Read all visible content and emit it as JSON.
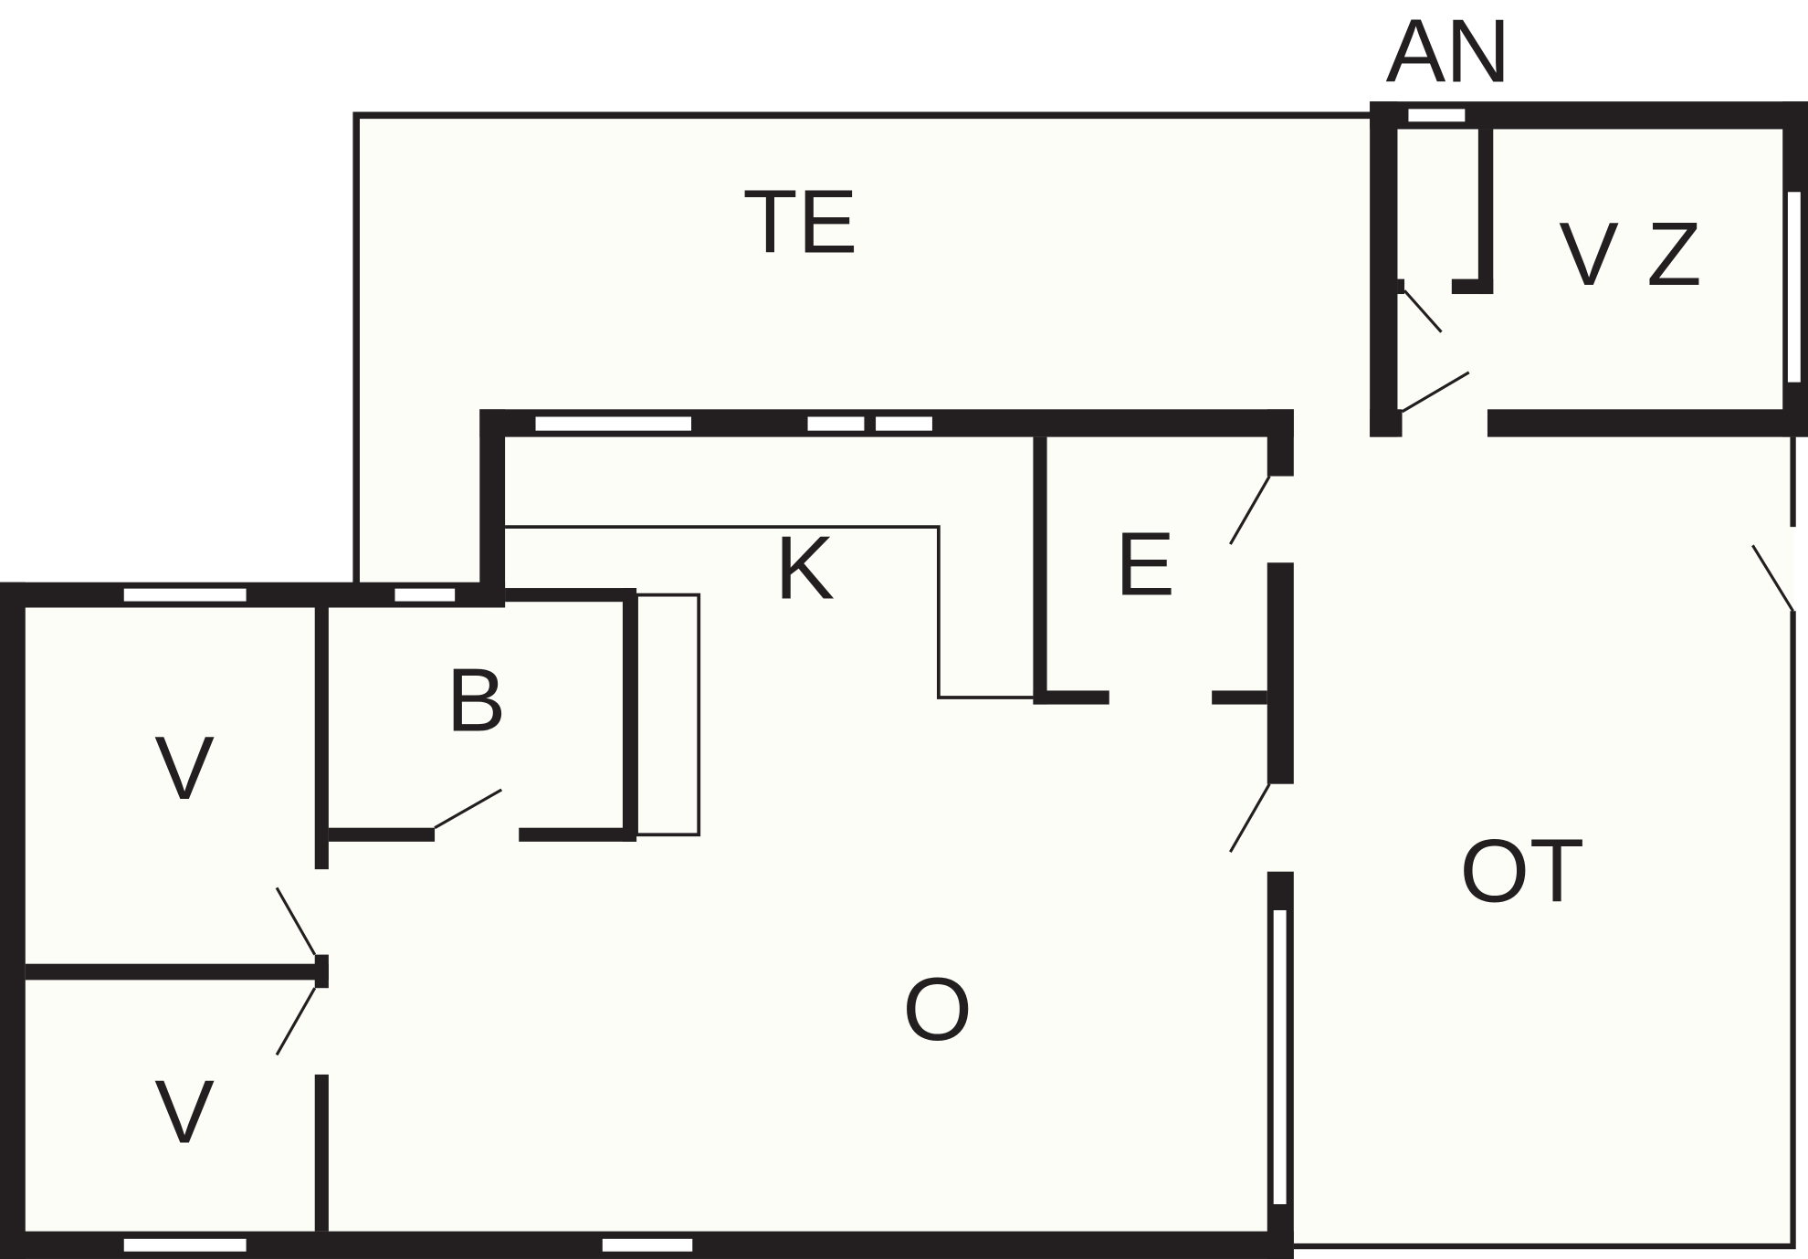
{
  "plan": {
    "colors": {
      "wall": "#231f20",
      "floor": "#fdfdf8"
    },
    "rooms": {
      "te": "TE",
      "an": "AN",
      "vz_v": "V",
      "vz_z": "Z",
      "k": "K",
      "e": "E",
      "b": "B",
      "v_top": "V",
      "v_bottom": "V",
      "o": "O",
      "ot": "OT"
    }
  }
}
